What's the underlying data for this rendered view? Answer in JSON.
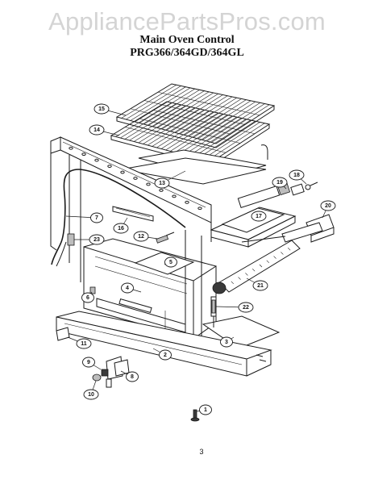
{
  "watermark": "AppliancePartsPros.com",
  "title_line1": "Main Oven Control",
  "title_line2": "PRG366/364GD/364GL",
  "page_number": "3",
  "callouts": [
    {
      "id": "c1",
      "label": "1"
    },
    {
      "id": "c2",
      "label": "2"
    },
    {
      "id": "c3",
      "label": "3"
    },
    {
      "id": "c4",
      "label": "4"
    },
    {
      "id": "c5",
      "label": "5"
    },
    {
      "id": "c6",
      "label": "6"
    },
    {
      "id": "c7",
      "label": "7"
    },
    {
      "id": "c8",
      "label": "8"
    },
    {
      "id": "c9",
      "label": "9"
    },
    {
      "id": "c10",
      "label": "10"
    },
    {
      "id": "c11",
      "label": "11"
    },
    {
      "id": "c12",
      "label": "12"
    },
    {
      "id": "c13",
      "label": "13"
    },
    {
      "id": "c14",
      "label": "14"
    },
    {
      "id": "c15",
      "label": "15"
    },
    {
      "id": "c16",
      "label": "16"
    },
    {
      "id": "c17",
      "label": "17"
    },
    {
      "id": "c18",
      "label": "18"
    },
    {
      "id": "c19",
      "label": "19"
    },
    {
      "id": "c20",
      "label": "20"
    },
    {
      "id": "c21",
      "label": "21"
    },
    {
      "id": "c22",
      "label": "22"
    },
    {
      "id": "c23",
      "label": "23"
    }
  ]
}
